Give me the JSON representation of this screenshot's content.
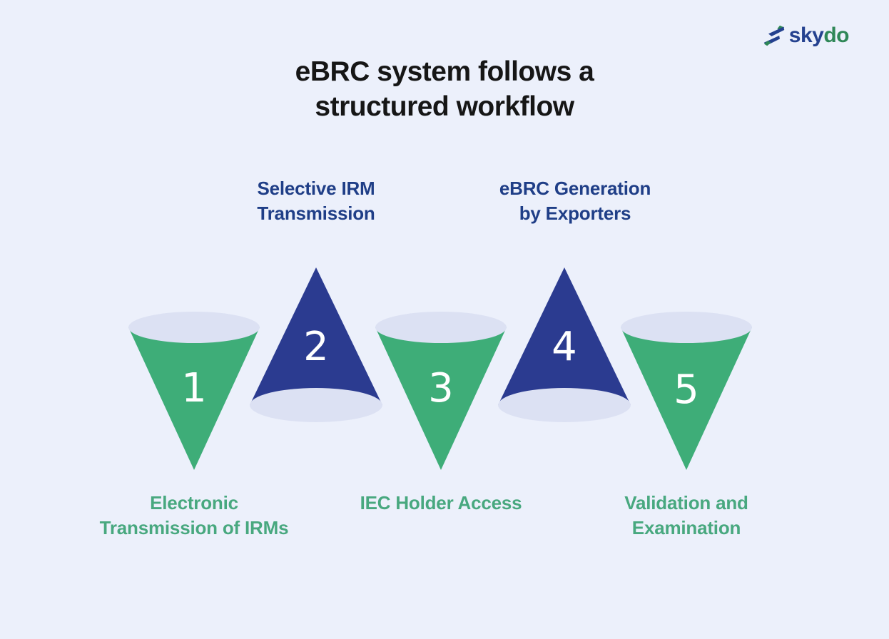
{
  "logo": {
    "brand": "skydo",
    "brand_part1": "sky",
    "brand_part2": "do"
  },
  "title": {
    "line1": "eBRC system follows a",
    "line2": "structured workflow"
  },
  "steps": [
    {
      "number": "1",
      "label": "Electronic Transmission of IRMs",
      "label_lines": [
        "Electronic",
        "Transmission of IRMs"
      ],
      "label_position": "bottom",
      "cone_direction": "down",
      "cone_color": "green"
    },
    {
      "number": "2",
      "label": "Selective IRM Transmission",
      "label_lines": [
        "Selective IRM",
        "Transmission"
      ],
      "label_position": "top",
      "cone_direction": "up",
      "cone_color": "navy"
    },
    {
      "number": "3",
      "label": "IEC Holder Access",
      "label_lines": [
        "IEC Holder Access"
      ],
      "label_position": "bottom",
      "cone_direction": "down",
      "cone_color": "green"
    },
    {
      "number": "4",
      "label": "eBRC Generation by Exporters",
      "label_lines": [
        "eBRC Generation",
        "by Exporters"
      ],
      "label_position": "top",
      "cone_direction": "up",
      "cone_color": "navy"
    },
    {
      "number": "5",
      "label": "Validation and Examination",
      "label_lines": [
        "Validation and",
        "Examination"
      ],
      "label_position": "bottom",
      "cone_direction": "down",
      "cone_color": "green"
    }
  ],
  "colors": {
    "background": "#ecf0fb",
    "cone_green": "#3ead78",
    "cone_navy": "#2b3b90",
    "ellipse_fill": "#dce1f3",
    "number_text": "#ffffff",
    "label_green": "#48a87f",
    "label_navy": "#1f3e87",
    "title_text": "#161616",
    "logo_navy": "#24418f",
    "logo_green": "#2f8757"
  }
}
